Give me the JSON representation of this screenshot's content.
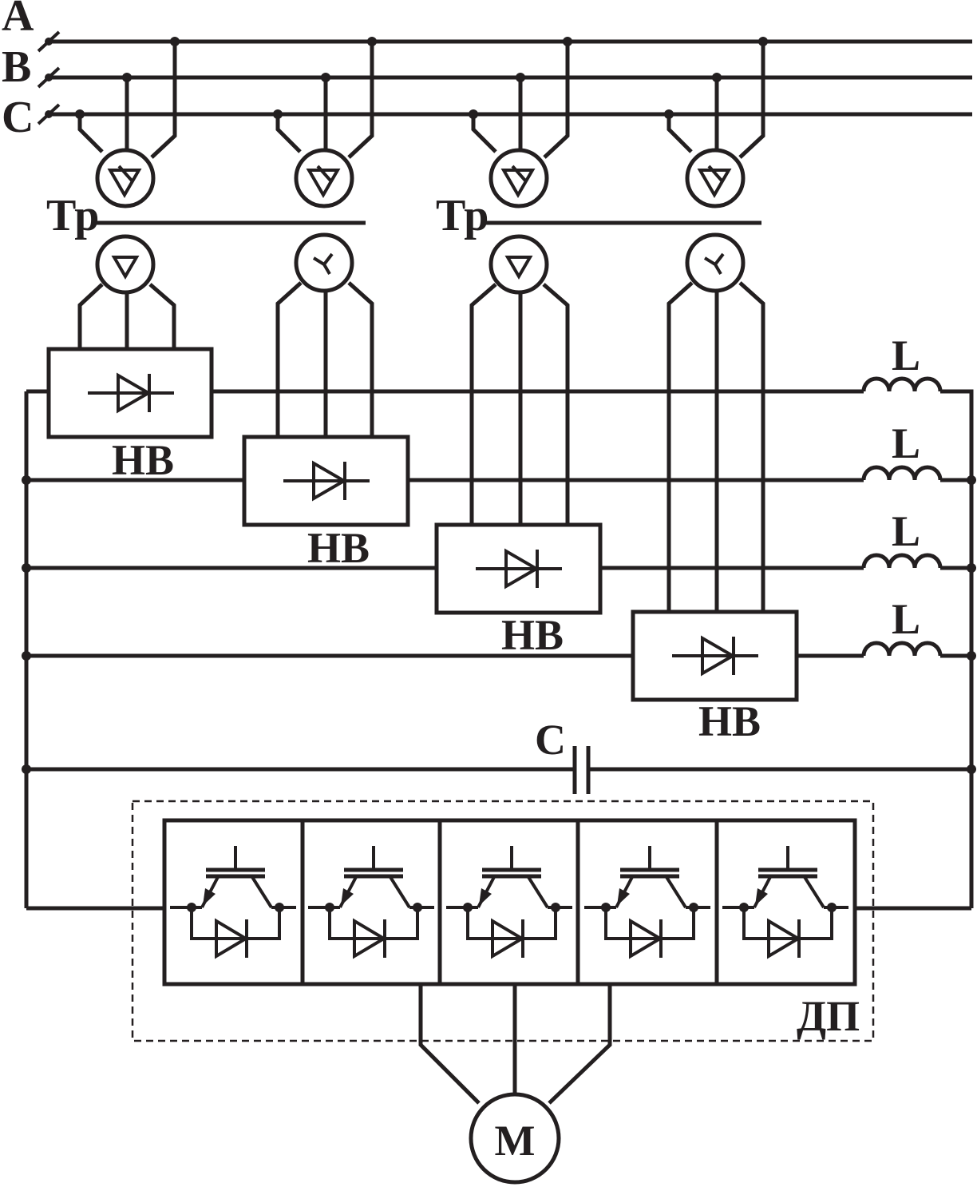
{
  "phases": {
    "a": "A",
    "b": "B",
    "c": "C"
  },
  "transformer_labels": [
    "Тр",
    "Тр"
  ],
  "rectifier_label": "НВ",
  "inductor_label": "L",
  "capacitor_label": "C",
  "converter_label": "ДП",
  "motor_label": "M",
  "colors": {
    "ink": "#231f20",
    "background": "#ffffff"
  }
}
